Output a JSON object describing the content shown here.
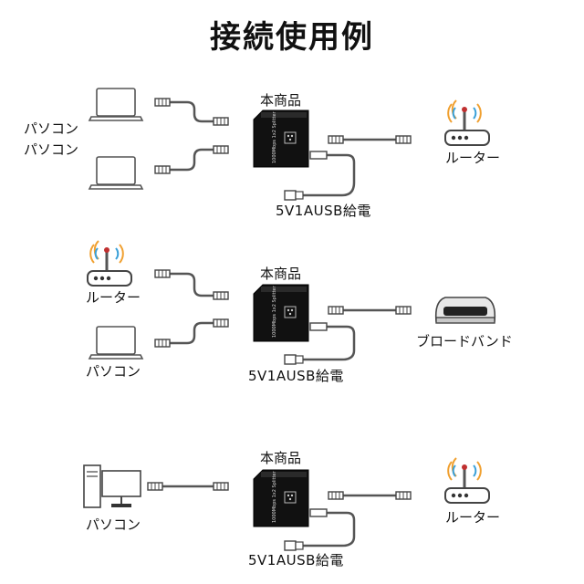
{
  "title": "接続使用例",
  "section1": {
    "product_label": "本商品",
    "left_labels": [
      "パソコン",
      "パソコン"
    ],
    "right_label": "ルーター",
    "power_label": "5V1AUSB給電"
  },
  "section2": {
    "product_label": "本商品",
    "left_labels": [
      "ルーター",
      "パソコン"
    ],
    "right_label": "ブロードバンド",
    "power_label": "5V1AUSB給電"
  },
  "section3": {
    "product_label": "本商品",
    "left_label": "パソコン",
    "right_label": "ルーター",
    "power_label": "5V1AUSB給電"
  },
  "device_text": "1000Mbps 1x2 Splitter",
  "icons": [
    "laptop-icon",
    "router-icon",
    "desktop-pc-icon",
    "broadband-modem-icon",
    "ethernet-splitter-icon",
    "usb-plug-icon",
    "ethernet-cable-icon"
  ]
}
